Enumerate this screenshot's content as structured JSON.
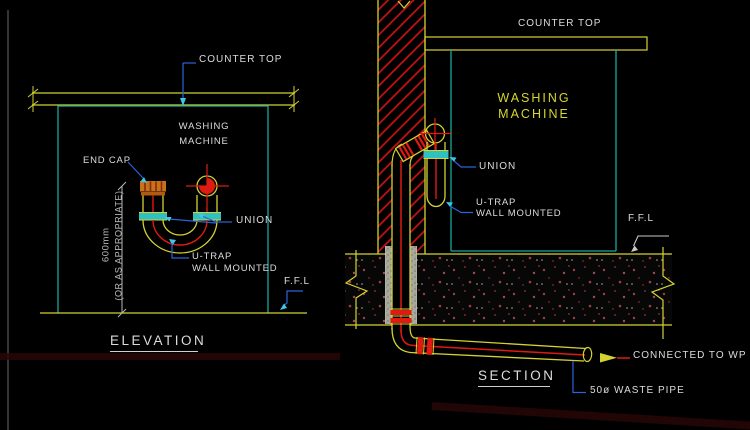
{
  "elevation": {
    "title": "ELEVATION",
    "labels": {
      "counter_top": "COUNTER TOP",
      "washing_machine_line1": "WASHING",
      "washing_machine_line2": "MACHINE",
      "end_cap": "END CAP",
      "union": "UNION",
      "u_trap_line1": "U-TRAP",
      "u_trap_line2": "WALL MOUNTED",
      "dim_value": "600mm",
      "dim_note": "(OR AS APPROPRIATE)",
      "ffl": "F.F.L"
    }
  },
  "section": {
    "title": "SECTION",
    "labels": {
      "counter_top": "COUNTER TOP",
      "washing_machine_line1": "WASHING",
      "washing_machine_line2": "MACHINE",
      "union": "UNION",
      "u_trap_line1": "U-TRAP",
      "u_trap_line2": "WALL MOUNTED",
      "ffl": "F.F.L",
      "connected_to_wp": "CONNECTED TO WP",
      "waste_pipe": "50ø WASTE PIPE"
    }
  },
  "colors": {
    "background": "#000000",
    "line_yellow": "#d4d232",
    "machine_teal": "#18a79e",
    "union_cyan": "#2fc0c0",
    "leader_blue": "#2b63d9",
    "arrow_cyan": "#3ec8e8",
    "pipe_red": "#de1a12",
    "hatch_red": "#c01212",
    "cap_orange": "#c8731c",
    "dim_gray": "#b8b8b8",
    "text_white": "#dcdcdc",
    "text_yellow": "#d6d631",
    "slab_base": "#070707",
    "sleeve_gray": "#a8a89c",
    "border_gray": "#6a6a6a"
  }
}
